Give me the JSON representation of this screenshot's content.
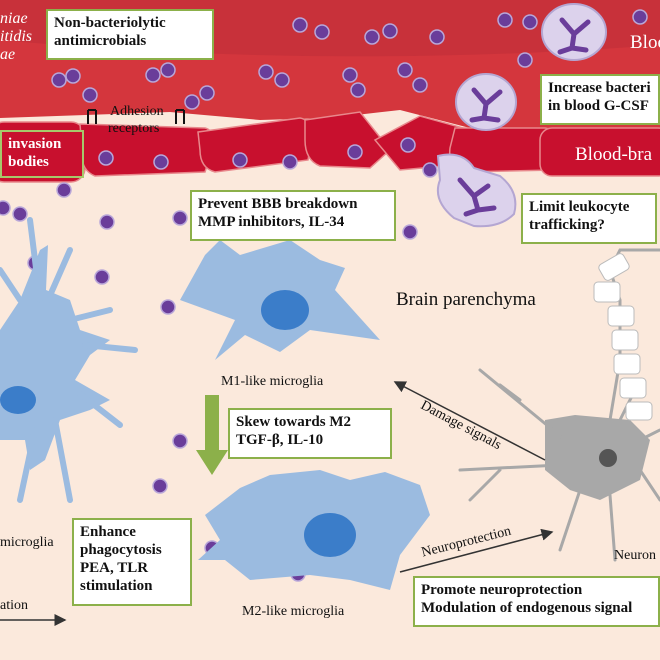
{
  "colors": {
    "blood": "#d4363d",
    "endothelium": "#c8102e",
    "parenchyma": "#fbe9dc",
    "bacterium": "#6a3d9a",
    "microglia": "#9bbbe0",
    "box_border": "#8cb04a"
  },
  "labels": {
    "pathogen_lines": [
      "niae",
      "itidis",
      "ae"
    ],
    "blood_top": "Blood",
    "blood_brain": "Blood-bra",
    "adhesion_line1": "Adhesion",
    "adhesion_line2": "receptors",
    "brain_parenchyma": "Brain parenchyma",
    "m1": "M1-like  microglia",
    "m2": "M2-like  microglia",
    "left_microglia": "microglia",
    "neuron": "Neuron",
    "damage": "Damage signals",
    "neuroprotection": "Neuroprotection",
    "ation": "ation"
  },
  "boxes": {
    "non_bacteriolytic": [
      "Non-bacteriolytic",
      "antimicrobials"
    ],
    "increase_bacterial": [
      "Increase bacteri",
      "in blood G-CSF"
    ],
    "invasion": [
      "invasion",
      "bodies"
    ],
    "prevent_bbb": [
      "Prevent BBB breakdown",
      "MMP inhibitors, IL-34"
    ],
    "limit_leukocyte": [
      "Limit leukocyte",
      "trafficking?"
    ],
    "skew_m2": [
      "Skew towards M2",
      "TGF-β, IL-10"
    ],
    "enhance_phago": [
      "Enhance",
      "phagocytosis",
      "PEA, TLR",
      "stimulation"
    ],
    "promote_neuro": [
      "Promote neuroprotection",
      "Modulation of endogenous signal"
    ]
  }
}
